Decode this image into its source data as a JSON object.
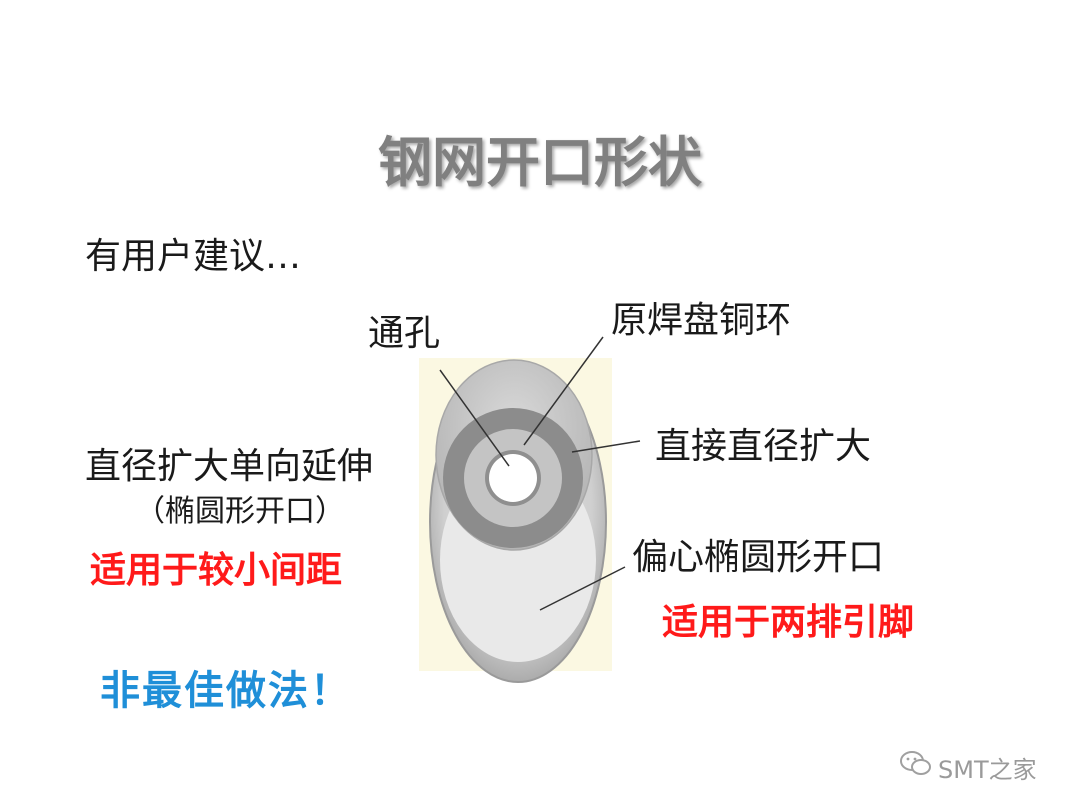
{
  "slide": {
    "title": "钢网开口形状",
    "intro": "有用户建议…",
    "labels": {
      "via_hole": "通孔",
      "original_pad_ring": "原焊盘铜环",
      "direct_enlarge": "直接直径扩大",
      "offset_ellipse": "偏心椭圆形开口",
      "diameter_extend": "直径扩大单向延伸",
      "ellipse_note": "（椭圆形开口）"
    },
    "red_notes": {
      "small_pitch": "适用于较小间距",
      "two_rows": "适用于两排引脚"
    },
    "verdict": "非最佳做法！",
    "watermark": "SMT之家"
  },
  "colors": {
    "title": "#808080",
    "red_note": "#ff1a1a",
    "verdict": "#1f8fd8",
    "diagram_background": "#fbf8e2"
  }
}
